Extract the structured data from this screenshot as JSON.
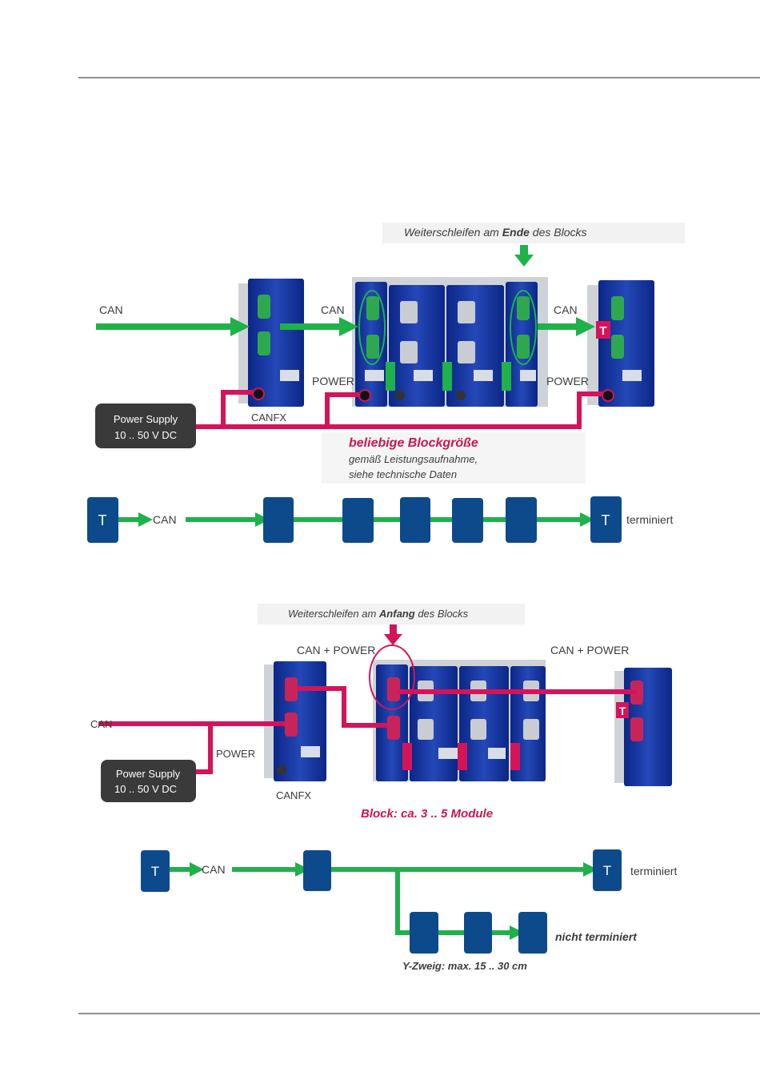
{
  "colors": {
    "can": "#1fb14a",
    "power": "#d4145a",
    "module": "#1f3ea8",
    "module_dark": "#0b2686",
    "block_node": "#0d4a8c",
    "supply_box": "#3a3a3a",
    "text_dark": "#3c3c3c",
    "caption_red": "#c8174f"
  },
  "diagram1": {
    "caption_top_prefix": "Weiterschleifen am ",
    "caption_top_emph": "Ende",
    "caption_top_suffix": " des Blocks",
    "can_left": "CAN",
    "can_mid": "CAN",
    "can_right": "CAN",
    "power_mid": "POWER",
    "power_right": "POWER",
    "canfx": "CANFX",
    "supply_line1": "Power Supply",
    "supply_line2": "10 .. 50 V DC",
    "block_title": "beliebige Blockgröße",
    "block_note1": "gemäß Leistungsaufnahme,",
    "block_note2": "siehe technische Daten",
    "term_badge": "T"
  },
  "bus1": {
    "start_node": "T",
    "can": "CAN",
    "end_node": "T",
    "end_label": "terminiert"
  },
  "diagram2": {
    "caption_top_prefix": "Weiterschleifen am ",
    "caption_top_emph": "Anfang",
    "caption_top_suffix": " des Blocks",
    "can_power_left": "CAN + POWER",
    "can_power_right": "CAN + POWER",
    "can_left": "CAN",
    "power": "POWER",
    "canfx": "CANFX",
    "supply_line1": "Power Supply",
    "supply_line2": "10 .. 50 V DC",
    "block_caption": "Block: ca. 3 .. 5 Module",
    "term_badge": "T"
  },
  "bus2": {
    "start_node": "T",
    "can": "CAN",
    "end_node": "T",
    "end_label": "terminiert",
    "branch_label": "nicht terminiert",
    "branch_caption": "Y-Zweig: max. 15 .. 30 cm"
  }
}
